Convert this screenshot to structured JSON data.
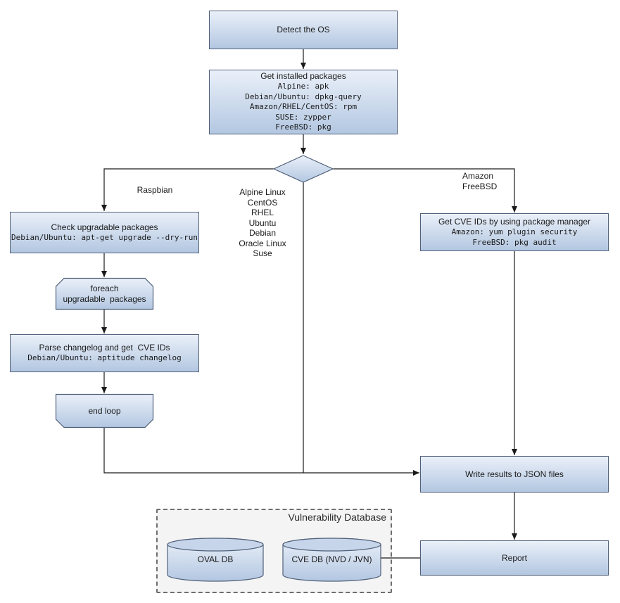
{
  "nodes": {
    "detect_os": {
      "title": "Detect the OS"
    },
    "get_packages": {
      "title": "Get installed packages",
      "details": [
        "Alpine: apk",
        "Debian/Ubuntu: dpkg-query",
        "Amazon/RHEL/CentOS: rpm",
        "SUSE: zypper",
        "FreeBSD: pkg"
      ]
    },
    "check_upgradable": {
      "title": "Check upgradable packages",
      "details": [
        "Debian/Ubuntu: apt-get upgrade --dry-run"
      ]
    },
    "foreach_loop": {
      "line1": "foreach",
      "line2": "upgradable  packages"
    },
    "parse_changelog": {
      "title": "Parse changelog and get  CVE IDs",
      "details": [
        "Debian/Ubuntu: aptitude changelog"
      ]
    },
    "end_loop": {
      "title": "end loop"
    },
    "get_cve_ids": {
      "title": "Get CVE IDs by using package manager",
      "details": [
        "Amazon: yum plugin security",
        "FreeBSD: pkg audit"
      ]
    },
    "write_results": {
      "title": "Write results to JSON files"
    },
    "report": {
      "title": "Report"
    }
  },
  "edge_labels": {
    "left_branch": "Raspbian",
    "middle_branch": [
      "Alpine Linux",
      "CentOS",
      "RHEL",
      "Ubuntu",
      "Debian",
      "Oracle Linux",
      "Suse"
    ],
    "right_branch": [
      "Amazon",
      "FreeBSD"
    ]
  },
  "database": {
    "title": "Vulnerability Database",
    "oval_db_label": "OVAL DB",
    "cve_db_label": "CVE DB (NVD / JVN)"
  },
  "colors": {
    "node_fill_top": "#eaf0f9",
    "node_fill_bottom": "#b3c7e1",
    "node_border": "#51607a",
    "connector": "#1a1a1a",
    "panel_fill": "#f4f4f4",
    "panel_border": "#6e6e6e"
  }
}
